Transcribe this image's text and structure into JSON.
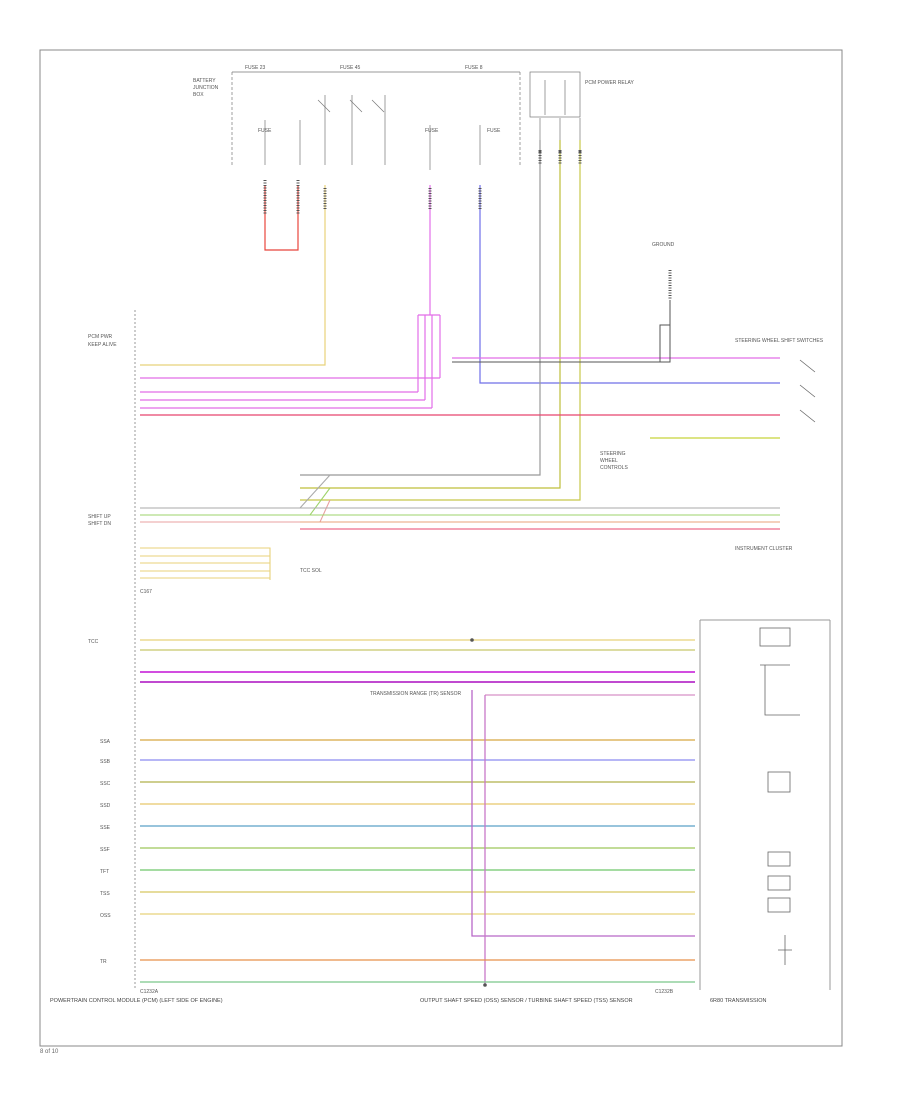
{
  "labels": {
    "pcm_caption": "POWERTRAIN CONTROL MODULE (PCM) (LEFT SIDE OF ENGINE)",
    "trans_caption": "6R80 TRANSMISSION",
    "vss_caption": "OUTPUT SHAFT SPEED (OSS) SENSOR / TURBINE SHAFT SPEED (TSS) SENSOR",
    "tr_caption": "TRANSMISSION RANGE (TR) SENSOR",
    "paddle_caption": "STEERING WHEEL SHIFT SWITCHES",
    "ipc_caption": "INSTRUMENT CLUSTER",
    "fuse_a": "FUSE 23",
    "fuse_b": "FUSE 45",
    "fuse_c": "FUSE 8",
    "relay_caption": "PCM POWER RELAY",
    "ground_caption": "GROUND",
    "connector_a": "C1232A",
    "connector_b": "C1232B",
    "connector_c": "C167"
  },
  "pin_labels_left": [
    "PCM PWR",
    "KEEP ALIVE",
    "SHIFT UP",
    "SHIFT DN",
    "TCC",
    "SSA",
    "SSB",
    "SSC",
    "SSD",
    "SSE",
    "SSF",
    "TFT",
    "TSS",
    "OSS",
    "TR"
  ],
  "footer_code": "8 of 10"
}
